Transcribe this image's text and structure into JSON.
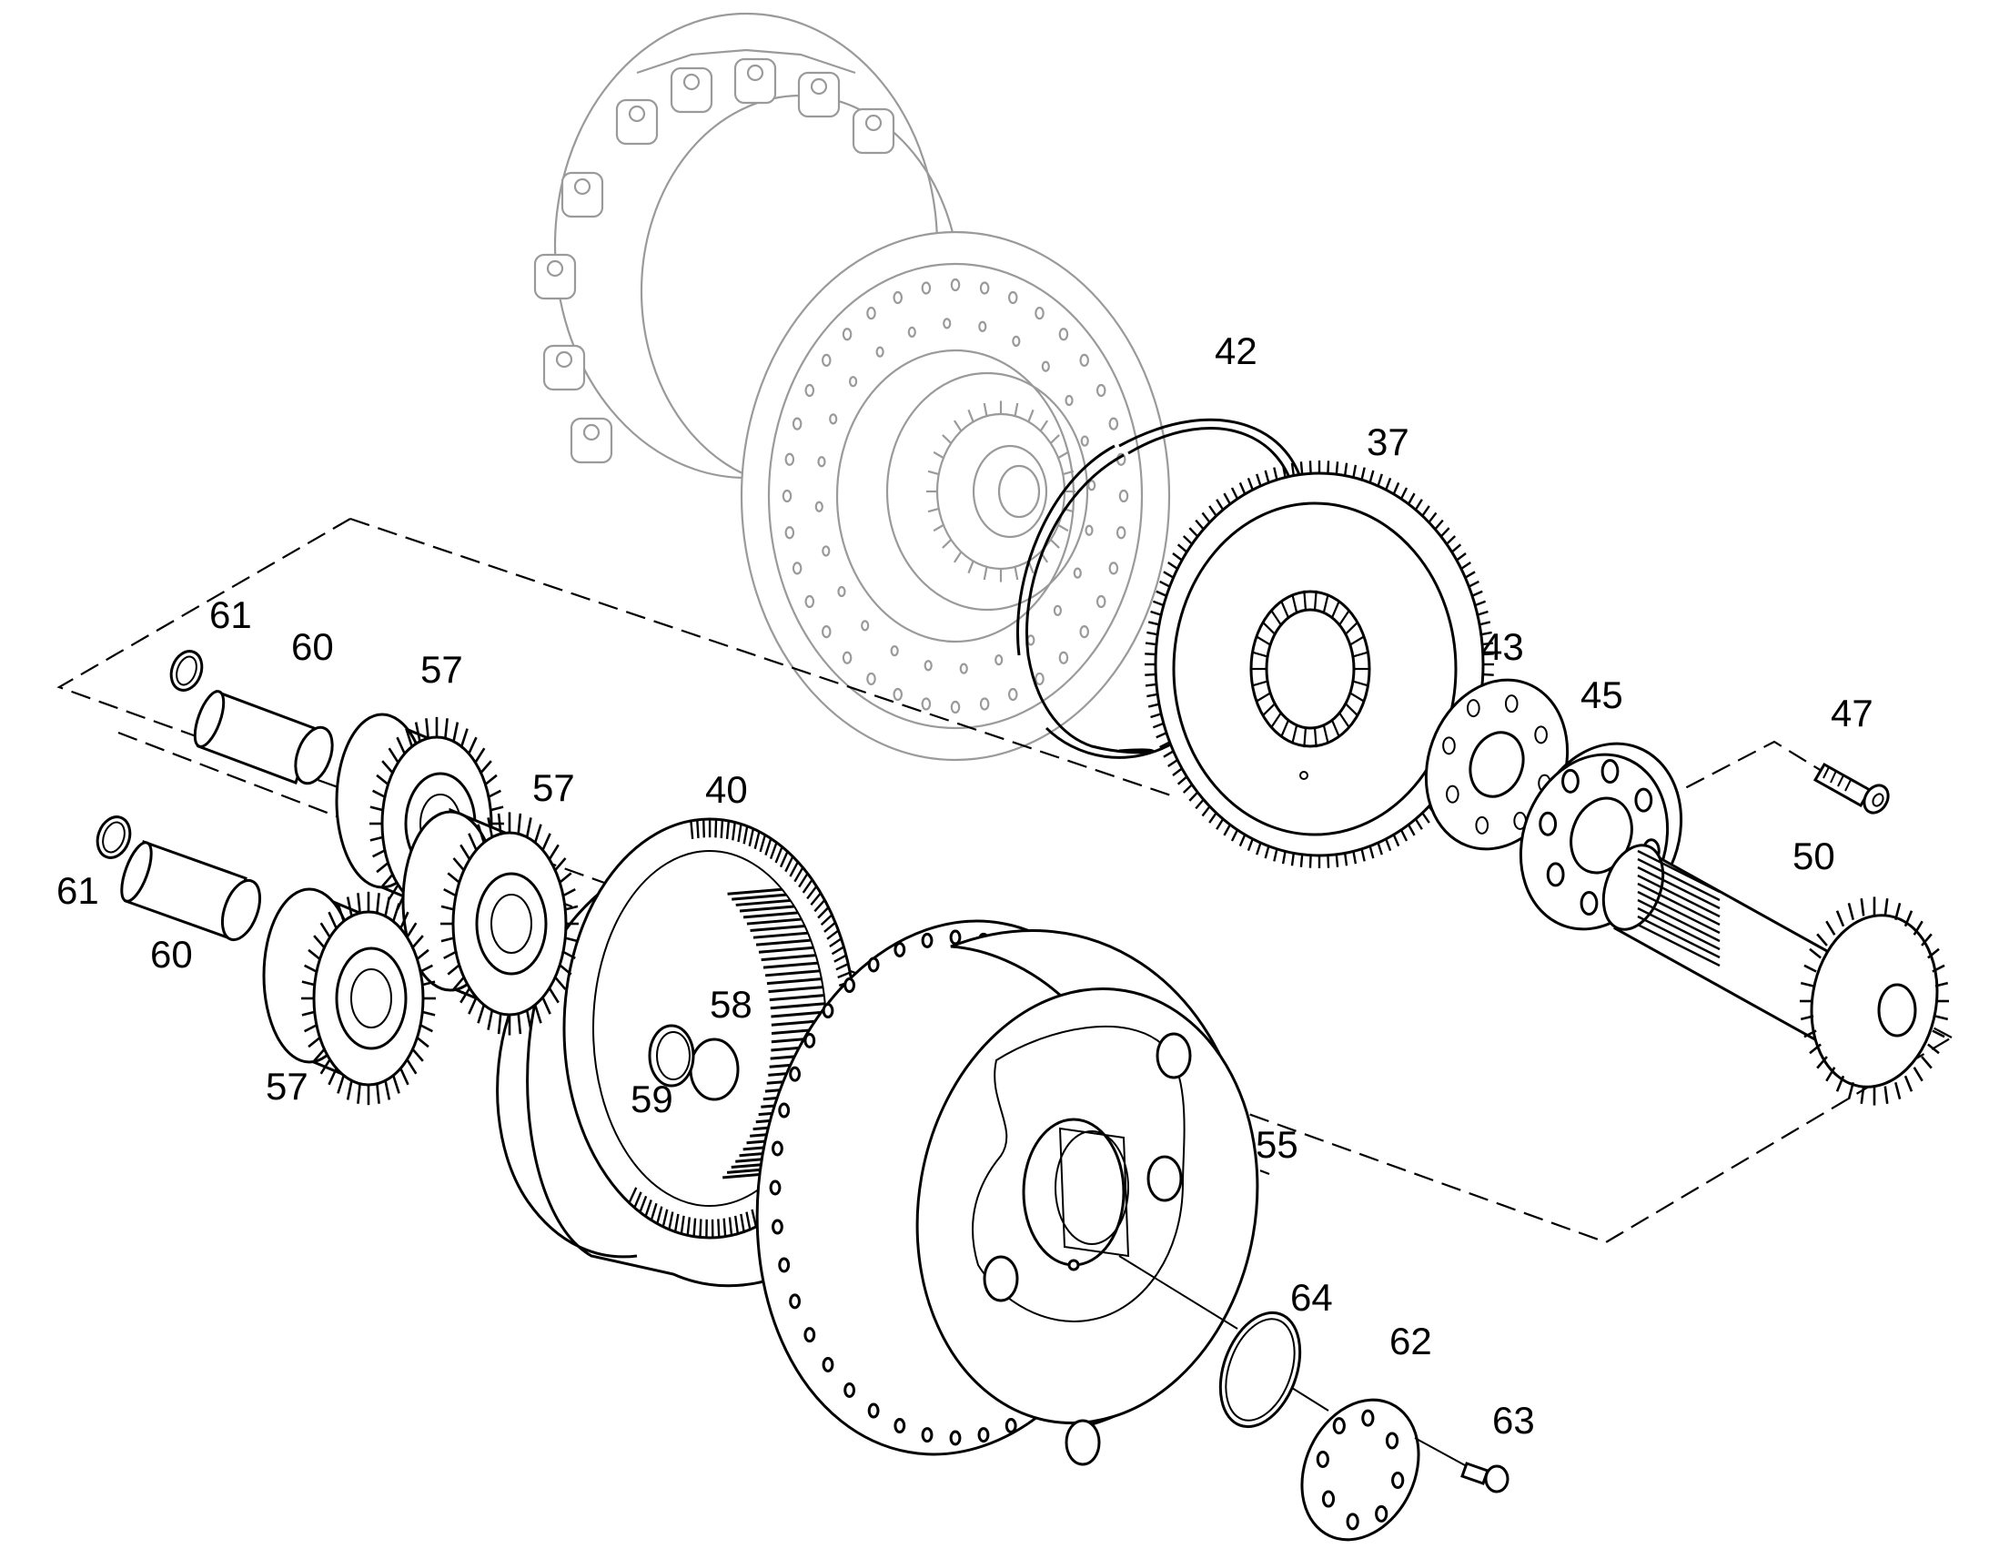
{
  "callouts": [
    {
      "id": "c42",
      "text": "42"
    },
    {
      "id": "c37",
      "text": "37"
    },
    {
      "id": "c43",
      "text": "43"
    },
    {
      "id": "c45",
      "text": "45"
    },
    {
      "id": "c47",
      "text": "47"
    },
    {
      "id": "c50",
      "text": "50"
    },
    {
      "id": "c40",
      "text": "40"
    },
    {
      "id": "c61a",
      "text": "61"
    },
    {
      "id": "c60a",
      "text": "60"
    },
    {
      "id": "c57a",
      "text": "57"
    },
    {
      "id": "c57b",
      "text": "57"
    },
    {
      "id": "c61b",
      "text": "61"
    },
    {
      "id": "c60b",
      "text": "60"
    },
    {
      "id": "c57c",
      "text": "57"
    },
    {
      "id": "c58",
      "text": "58"
    },
    {
      "id": "c59",
      "text": "59"
    },
    {
      "id": "c55",
      "text": "55"
    },
    {
      "id": "c64",
      "text": "64"
    },
    {
      "id": "c62",
      "text": "62"
    },
    {
      "id": "c63",
      "text": "63"
    }
  ]
}
